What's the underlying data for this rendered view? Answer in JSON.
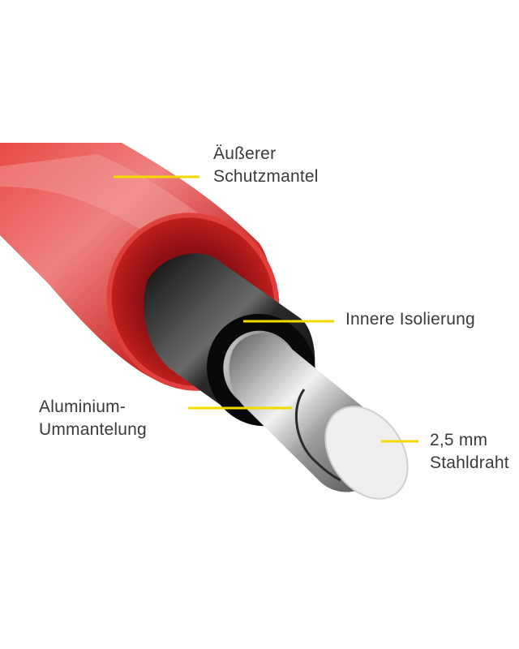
{
  "labels": {
    "outer_jacket": [
      "Äußerer",
      "Schutzmantel"
    ],
    "inner_insulation": [
      "Innere Isolierung"
    ],
    "aluminium_sheath": [
      "Aluminium-",
      "Ummantelung"
    ],
    "steel_wire": [
      "2,5 mm",
      "Stahldraht"
    ]
  },
  "colors": {
    "jacket": "#d9312f",
    "jacket_dark": "#9c1518",
    "insulation": "#1b1b1b",
    "aluminium": "#b8b8b8",
    "steel_face": "#eeeeee",
    "leader": "#f5d800",
    "text": "#3a3a3a"
  }
}
